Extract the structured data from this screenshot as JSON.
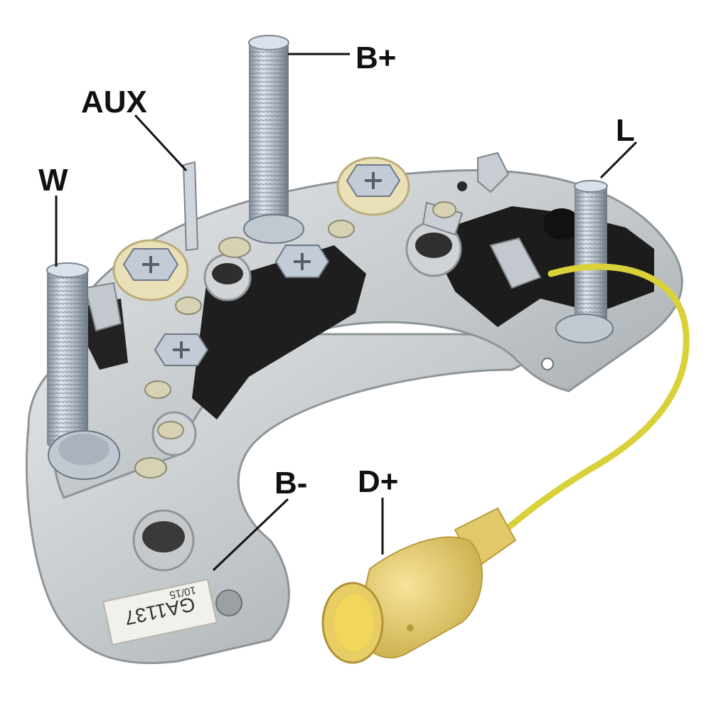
{
  "photo": {
    "subject": "rectifier-assembly",
    "colors": {
      "background": "#ffffff",
      "aluminum_plate": "#c9cdd0",
      "plate_edge": "#9aa0a4",
      "bolt_steel": "#aeb7c2",
      "black_plastic": "#1e1e1e",
      "wire_yellow": "#d9d13a",
      "connector_yellow": "#e8d06a",
      "label_text": "#111111"
    }
  },
  "callouts": {
    "b_plus": "B+",
    "aux": "AUX",
    "l": "L",
    "w": "W",
    "b_minus": "B-",
    "d_plus": "D+"
  },
  "part_sticker": {
    "number": "GA1137",
    "date": "10/15"
  }
}
